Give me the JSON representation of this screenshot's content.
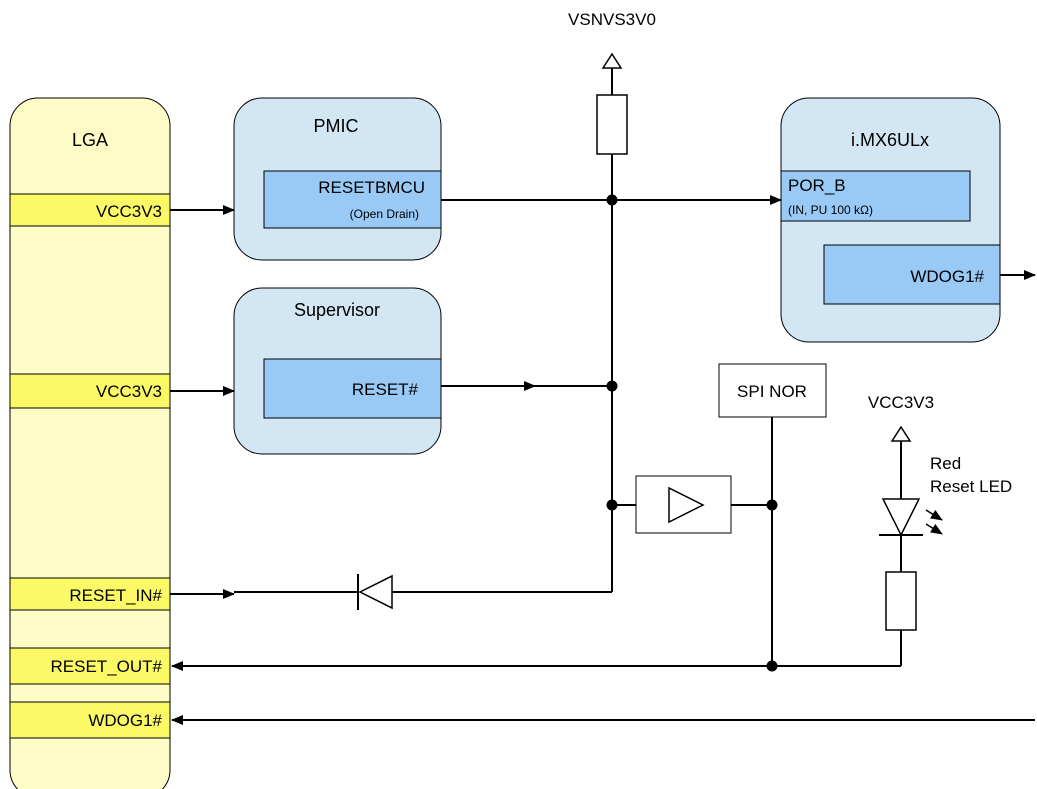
{
  "lga": {
    "title": "LGA",
    "pins": {
      "vcc_pmic": "VCC3V3",
      "vcc_supervisor": "VCC3V3",
      "reset_in": "RESET_IN#",
      "reset_out": "RESET_OUT#",
      "wdog": "WDOG1#"
    }
  },
  "pmic": {
    "title": "PMIC",
    "pin": "RESETBMCU",
    "pin_note": "(Open Drain)"
  },
  "supervisor": {
    "title": "Supervisor",
    "pin": "RESET#"
  },
  "imx": {
    "title": "i.MX6ULx",
    "por_pin": "POR_B",
    "por_note": "(IN, PU 100 kΩ)",
    "wdog_pin": "WDOG1#"
  },
  "rails": {
    "top": "VSNVS3V0",
    "led": "VCC3V3"
  },
  "spi_nor": "SPI NOR",
  "led": {
    "line1": "Red",
    "line2": "Reset LED"
  },
  "colors": {
    "lga_fill": "#fdfbc6",
    "pad_fill": "#fbfa66",
    "block_fill": "#d2e6f4",
    "pin_fill": "#99c9f5",
    "line": "#000000"
  }
}
